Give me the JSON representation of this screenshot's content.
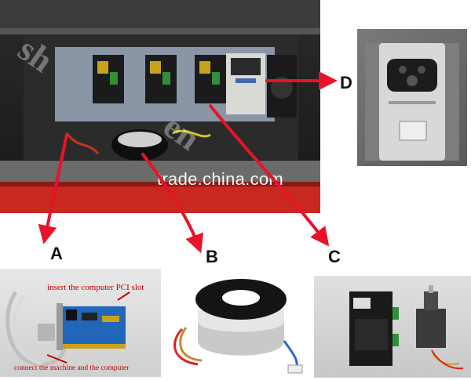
{
  "callouts": {
    "a": "A",
    "b": "B",
    "c": "C",
    "d": "D"
  },
  "watermark": {
    "text": "trade.china.com"
  },
  "card_photo": {
    "label_top": "insert the computer PCI slot",
    "label_bottom": "connect the machine and the computer"
  },
  "colors": {
    "arrow": "#e8132a",
    "card_label": "#c00000"
  }
}
